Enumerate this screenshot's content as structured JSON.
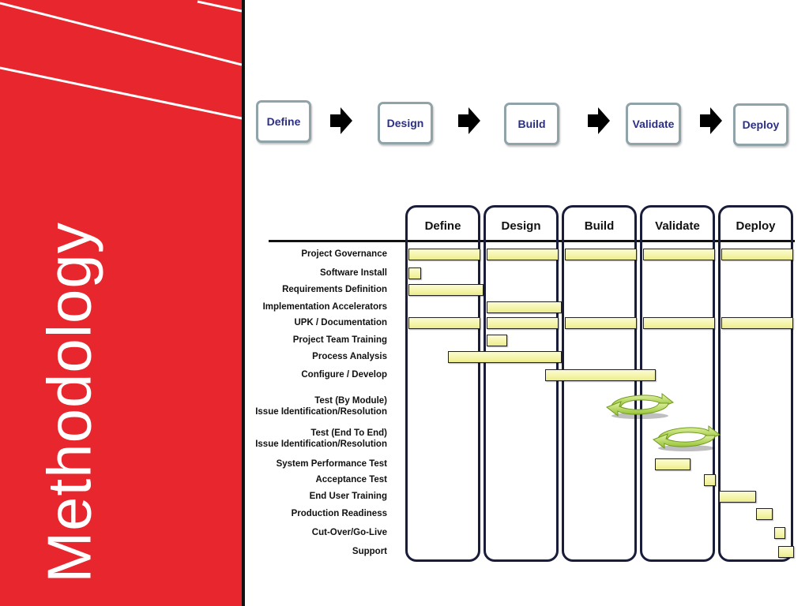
{
  "sidebar": {
    "title": "Methodology",
    "bg_color": "#e8262d"
  },
  "flow": {
    "steps": [
      "Define",
      "Design",
      "Build",
      "Validate",
      "Deploy"
    ],
    "box_border_color": "#8fa3a8",
    "text_color": "#2b2f86"
  },
  "gantt": {
    "phases": [
      "Define",
      "Design",
      "Build",
      "Validate",
      "Deploy"
    ],
    "tasks": [
      {
        "name": "Project Governance",
        "span": [
          0,
          5
        ]
      },
      {
        "name": "Software Install",
        "span": [
          0,
          0.2
        ]
      },
      {
        "name": "Requirements Definition",
        "span": [
          0,
          1
        ]
      },
      {
        "name": "Implementation Accelerators",
        "span": [
          1,
          2
        ]
      },
      {
        "name": "UPK / Documentation",
        "span": [
          0,
          5
        ]
      },
      {
        "name": "Project Team Training",
        "span": [
          1,
          1.3
        ]
      },
      {
        "name": "Process Analysis",
        "span": [
          0.5,
          2
        ]
      },
      {
        "name": "Configure / Develop",
        "span": [
          1.75,
          3.2
        ]
      },
      {
        "name": "Test (By Module)\nIssue Identification/Resolution",
        "marker": "cycle",
        "center": 3.0
      },
      {
        "name": "Test (End To End)\nIssue Identification/Resolution",
        "marker": "cycle",
        "center": 3.6
      },
      {
        "name": "System Performance Test",
        "span": [
          3.15,
          3.65
        ]
      },
      {
        "name": "Acceptance Test",
        "span": [
          3.78,
          3.97
        ]
      },
      {
        "name": "End User Training",
        "span": [
          3.97,
          4.48
        ]
      },
      {
        "name": "Production Readiness",
        "span": [
          4.44,
          4.7
        ]
      },
      {
        "name": "Cut-Over/Go-Live",
        "span": [
          4.68,
          4.85
        ]
      },
      {
        "name": "Support",
        "span": [
          4.73,
          4.97
        ]
      }
    ],
    "bar_color": "#f4f4a8",
    "cycle_color": "#a9cf3f"
  }
}
